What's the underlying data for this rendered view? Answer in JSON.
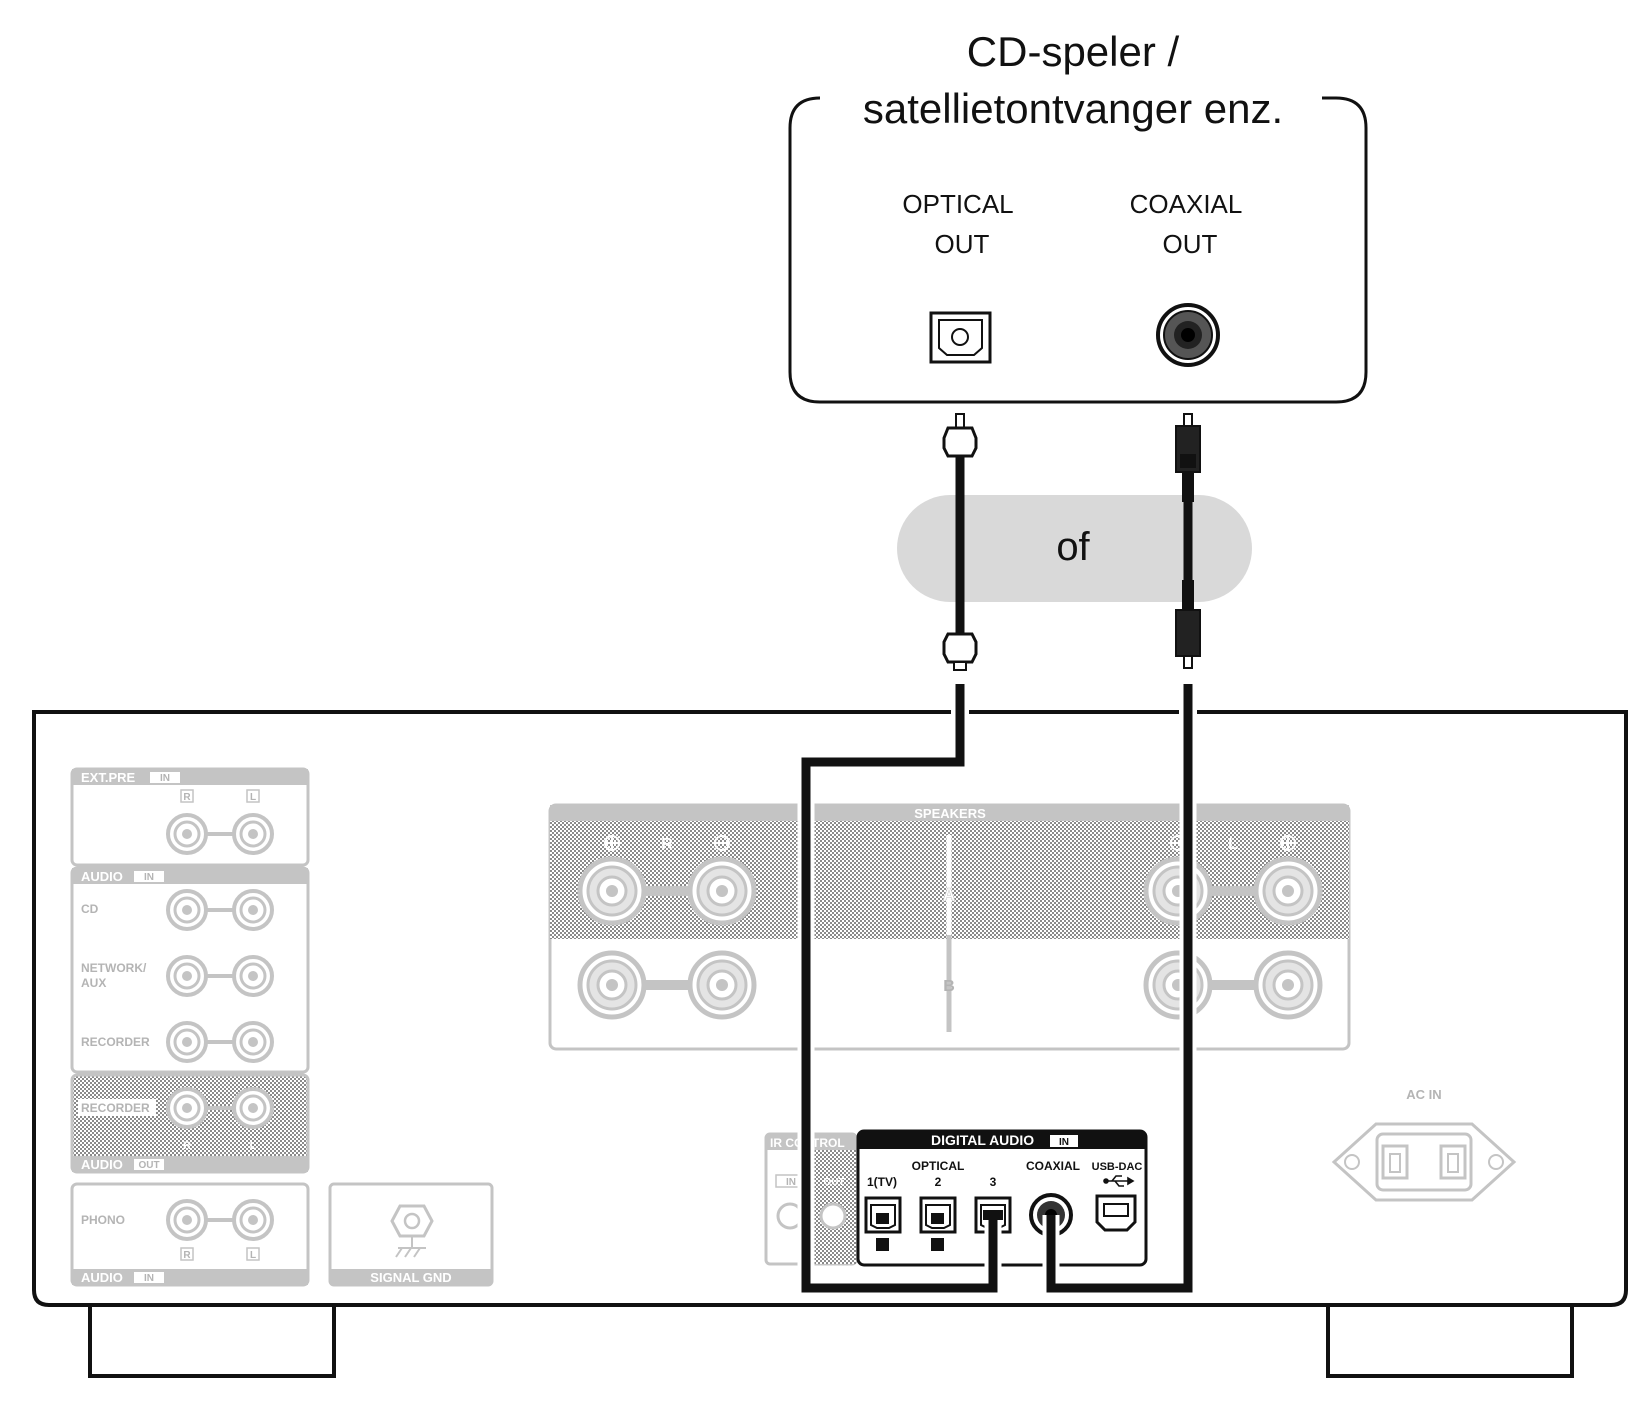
{
  "source_device": {
    "title_line1": "CD-speler /",
    "title_line2": "satellietontvanger enz.",
    "optical_out_line1": "OPTICAL",
    "optical_out_line2": "OUT",
    "coaxial_out_line1": "COAXIAL",
    "coaxial_out_line2": "OUT"
  },
  "separator": {
    "label": "of"
  },
  "rear_panel": {
    "ext_pre": {
      "title": "EXT.PRE",
      "badge": "IN",
      "r": "R",
      "l": "L"
    },
    "audio_in": {
      "title": "AUDIO",
      "badge": "IN",
      "rows": [
        "CD",
        "NETWORK/",
        "AUX",
        "RECORDER"
      ]
    },
    "audio_out": {
      "recorder": "RECORDER",
      "title": "AUDIO",
      "badge": "OUT",
      "r": "R",
      "l": "L"
    },
    "phono": {
      "label": "PHONO",
      "title": "AUDIO",
      "badge": "IN",
      "r": "R",
      "l": "L"
    },
    "signal_gnd": {
      "label": "SIGNAL GND"
    },
    "speakers": {
      "title": "SPEAKERS",
      "a": "A",
      "b": "B",
      "r": "R",
      "l": "L"
    },
    "ir_control": {
      "title": "IR CONTROL",
      "in": "IN",
      "out": "OUT"
    },
    "digital_audio_in": {
      "title": "DIGITAL AUDIO",
      "badge": "IN",
      "optical": "OPTICAL",
      "port_1": "1(TV)",
      "port_2": "2",
      "port_3": "3",
      "coaxial": "COAXIAL",
      "usb_dac": "USB-DAC"
    },
    "ac_in": {
      "label": "AC IN"
    }
  },
  "colors": {
    "line": "#111111",
    "faded": "#c0c0c0",
    "pill": "#d9d9d9",
    "dotted": "#9a9a9a"
  }
}
